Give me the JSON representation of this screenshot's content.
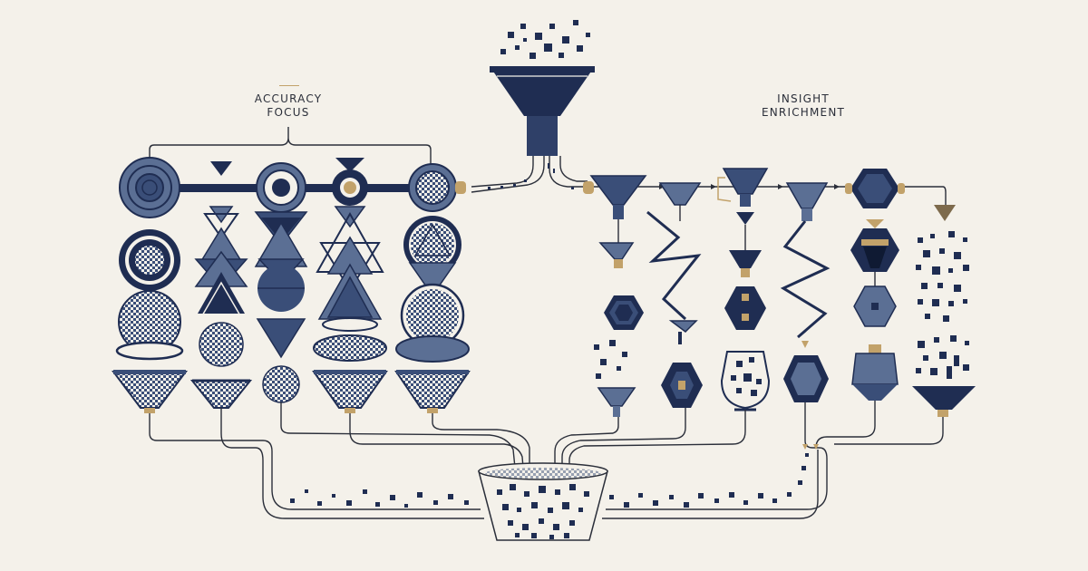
{
  "labels": {
    "accuracy_focus": [
      "ACCURACY",
      "FOCUS"
    ],
    "insight_enrichment": [
      "INSIGHT",
      "ENRICHMENT"
    ]
  },
  "colors": {
    "background": "#f4f1ea",
    "navy": "#1f2d52",
    "slate": "#5b6f94",
    "mid": "#3a4e78",
    "gold": "#c2a26a",
    "line": "#2b2f3a"
  },
  "icons": {
    "top": "data-funnel-icon",
    "bottom": "collection-basin-icon",
    "left_group": "accuracy-filter-stack-icons",
    "right_group": "insight-enrichment-stack-icons"
  }
}
